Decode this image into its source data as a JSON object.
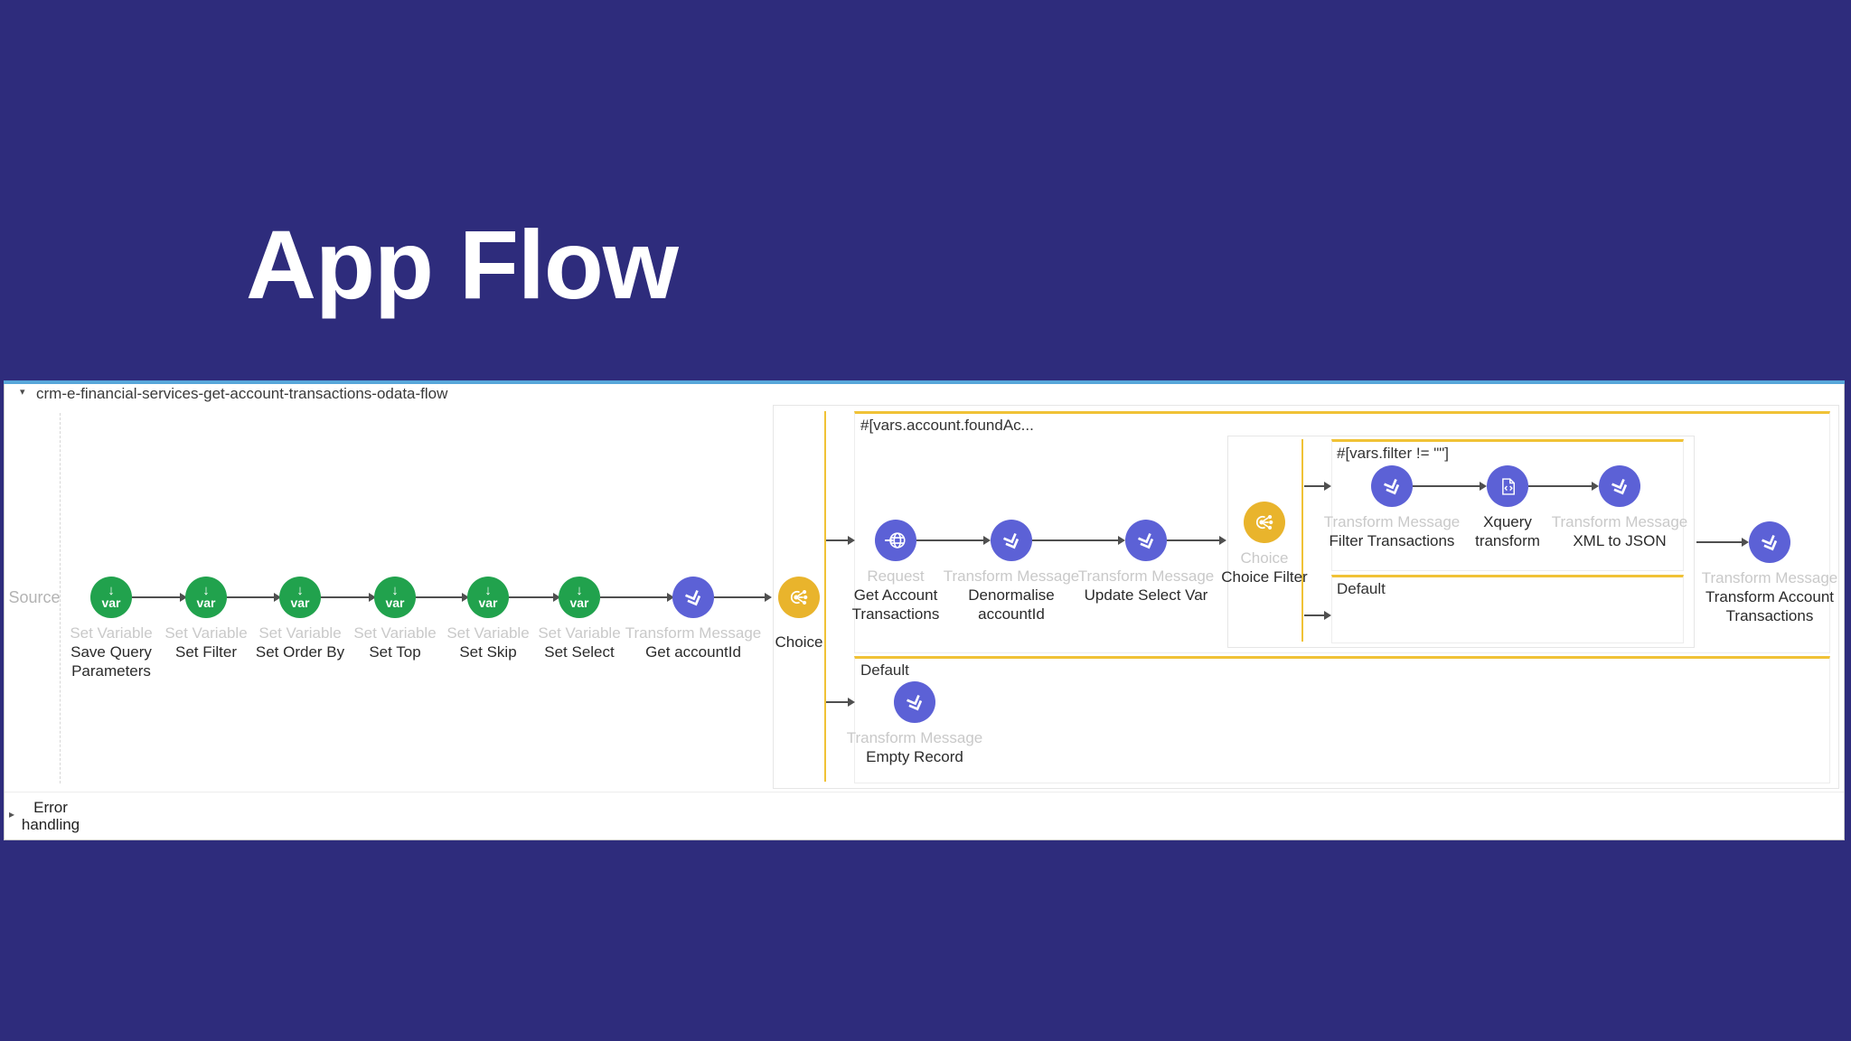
{
  "slide": {
    "title": "App Flow"
  },
  "flow": {
    "name": "crm-e-financial-services-get-account-transactions-odata-flow",
    "source_label": "Source",
    "error_handling_label": "Error handling",
    "var_icon_label": "var",
    "routes": {
      "when_condition": "#[vars.account.foundAc...",
      "default_label": "Default"
    },
    "nested_routes": {
      "when_condition": "#[vars.filter != \"\"]",
      "default_label": "Default"
    },
    "nodes": {
      "save_query": {
        "type": "Set Variable",
        "name": "Save Query Parameters"
      },
      "set_filter": {
        "type": "Set Variable",
        "name": "Set Filter"
      },
      "set_order_by": {
        "type": "Set Variable",
        "name": "Set Order By"
      },
      "set_top": {
        "type": "Set Variable",
        "name": "Set Top"
      },
      "set_skip": {
        "type": "Set Variable",
        "name": "Set Skip"
      },
      "set_select": {
        "type": "Set Variable",
        "name": "Set Select"
      },
      "get_account_id": {
        "type": "Transform Message",
        "name": "Get accountId"
      },
      "choice": {
        "name": "Choice"
      },
      "get_account_transactions": {
        "type": "Request",
        "name": "Get Account Transactions"
      },
      "denormalise": {
        "type": "Transform Message",
        "name": "Denormalise accountId"
      },
      "update_select_var": {
        "type": "Transform Message",
        "name": "Update Select Var"
      },
      "choice_filter": {
        "type": "Choice",
        "name": "Choice Filter"
      },
      "filter_transactions": {
        "type": "Transform Message",
        "name": "Filter Transactions"
      },
      "xquery": {
        "name": "Xquery transform"
      },
      "xml_to_json": {
        "type": "Transform Message",
        "name": "XML to JSON"
      },
      "transform_account_transactions": {
        "type": "Transform Message",
        "name": "Transform Account Transactions"
      },
      "empty_record": {
        "type": "Transform Message",
        "name": "Empty Record"
      }
    }
  },
  "colors": {
    "navy": "#2e2c7c",
    "panel_border": "#c8c8c8",
    "panel_top": "#58a7da",
    "green": "#21a24d",
    "purple": "#5c61d6",
    "amber": "#e9b42c",
    "route_yellow": "#f0c236",
    "arrow": "#4f4f4f",
    "type_gray": "#c9c9c9",
    "name_dark": "#2b2b2b",
    "box_border": "#e6e6e6"
  }
}
